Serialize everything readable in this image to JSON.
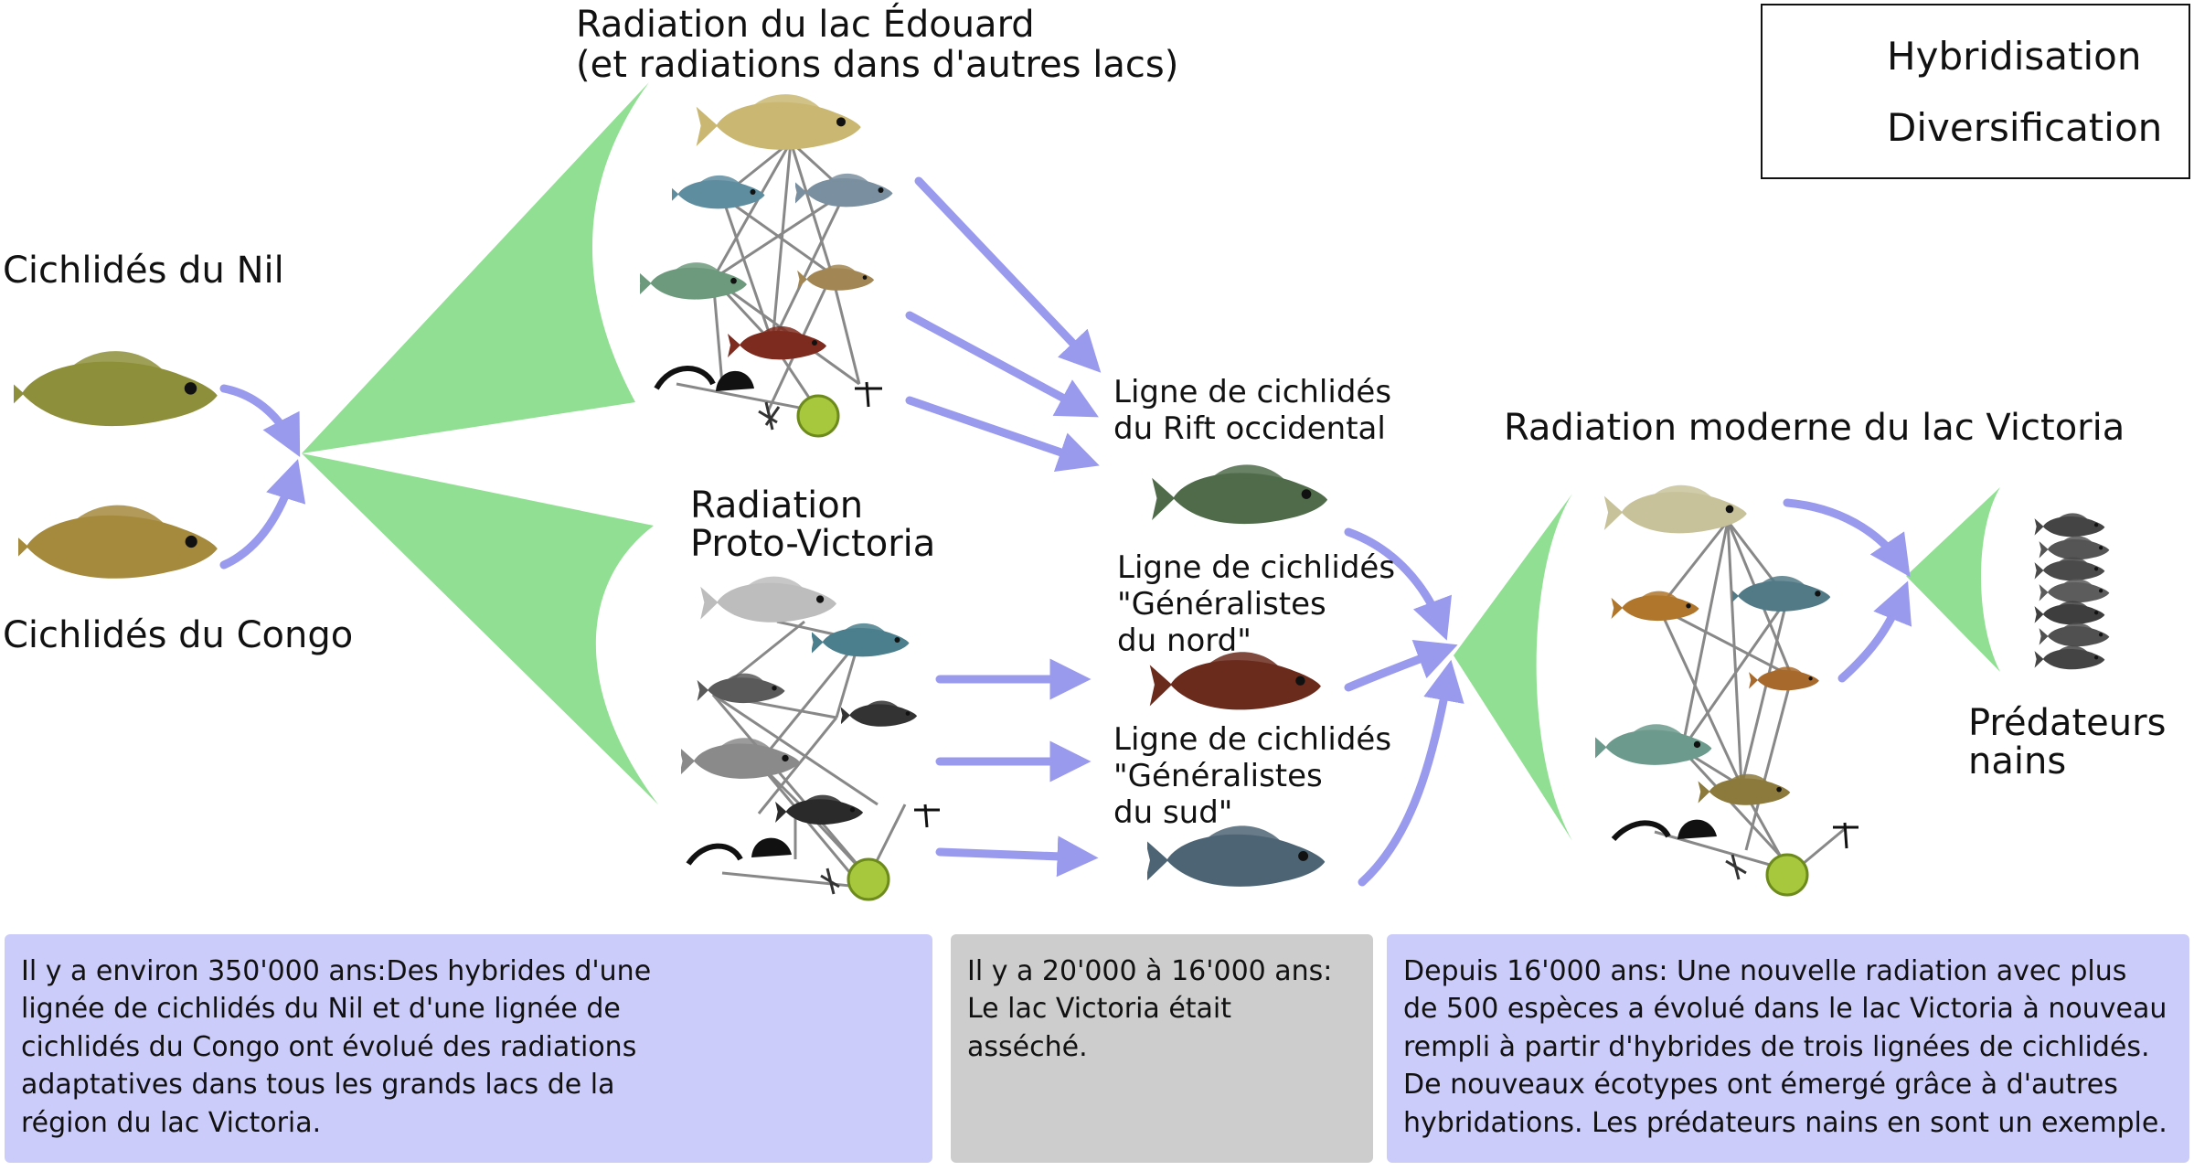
{
  "legend": {
    "hybridisation": "Hybridisation",
    "diversification": "Diversification"
  },
  "labels": {
    "nile": "Cichlidés du Nil",
    "congo": "Cichlidés du Congo",
    "edward_line1": "Radiation du lac Édouard",
    "edward_line2": "(et radiations dans d'autres lacs)",
    "proto_line1": "Radiation",
    "proto_line2": "Proto-Victoria",
    "western_rift_line1": "Ligne de cichlidés",
    "western_rift_line2": "du Rift occidental",
    "north_line1": "Ligne de cichlidés",
    "north_line2": "\"Généralistes",
    "north_line3": "du nord\"",
    "south_line1": "Ligne de cichlidés",
    "south_line2": "\"Généralistes",
    "south_line3": "du sud\"",
    "victoria": "Radiation moderne du lac Victoria",
    "dwarf_line1": "Prédateurs",
    "dwarf_line2": "nains"
  },
  "timeline": [
    {
      "lines": [
        "Il y a environ 350'000 ans:Des hybrides d'une",
        "lignée de cichlidés du Nil et d'une lignée de",
        "cichlidés du Congo ont évolué des radiations",
        "adaptatives dans tous les grands lacs de la",
        "région du lac Victoria."
      ]
    },
    {
      "lines": [
        "Il y a 20'000 à 16'000 ans:",
        "Le lac Victoria était asséché."
      ]
    },
    {
      "lines": [
        "Depuis 16'000 ans: Une nouvelle radiation avec plus",
        "de 500 espèces a évolué dans le lac Victoria à nouveau",
        "rempli à partir d'hybrides de trois lignées de cichlidés.",
        "De nouveaux écotypes ont émergé grâce à d'autres",
        "hybridations. Les prédateurs nains en sont un exemple."
      ]
    }
  ],
  "colors": {
    "diversification_green": "#90df92",
    "hybridisation_arrow": "#9999ee",
    "text_box_blue": "#ccccfa",
    "text_box_gray": "#cdcdcd",
    "network_line": "#888888"
  },
  "icons": [
    "fish-icon",
    "snail-icon",
    "worm-icon",
    "plankton-icon",
    "algae-icon",
    "plant-icon",
    "zooplankton-icon"
  ]
}
